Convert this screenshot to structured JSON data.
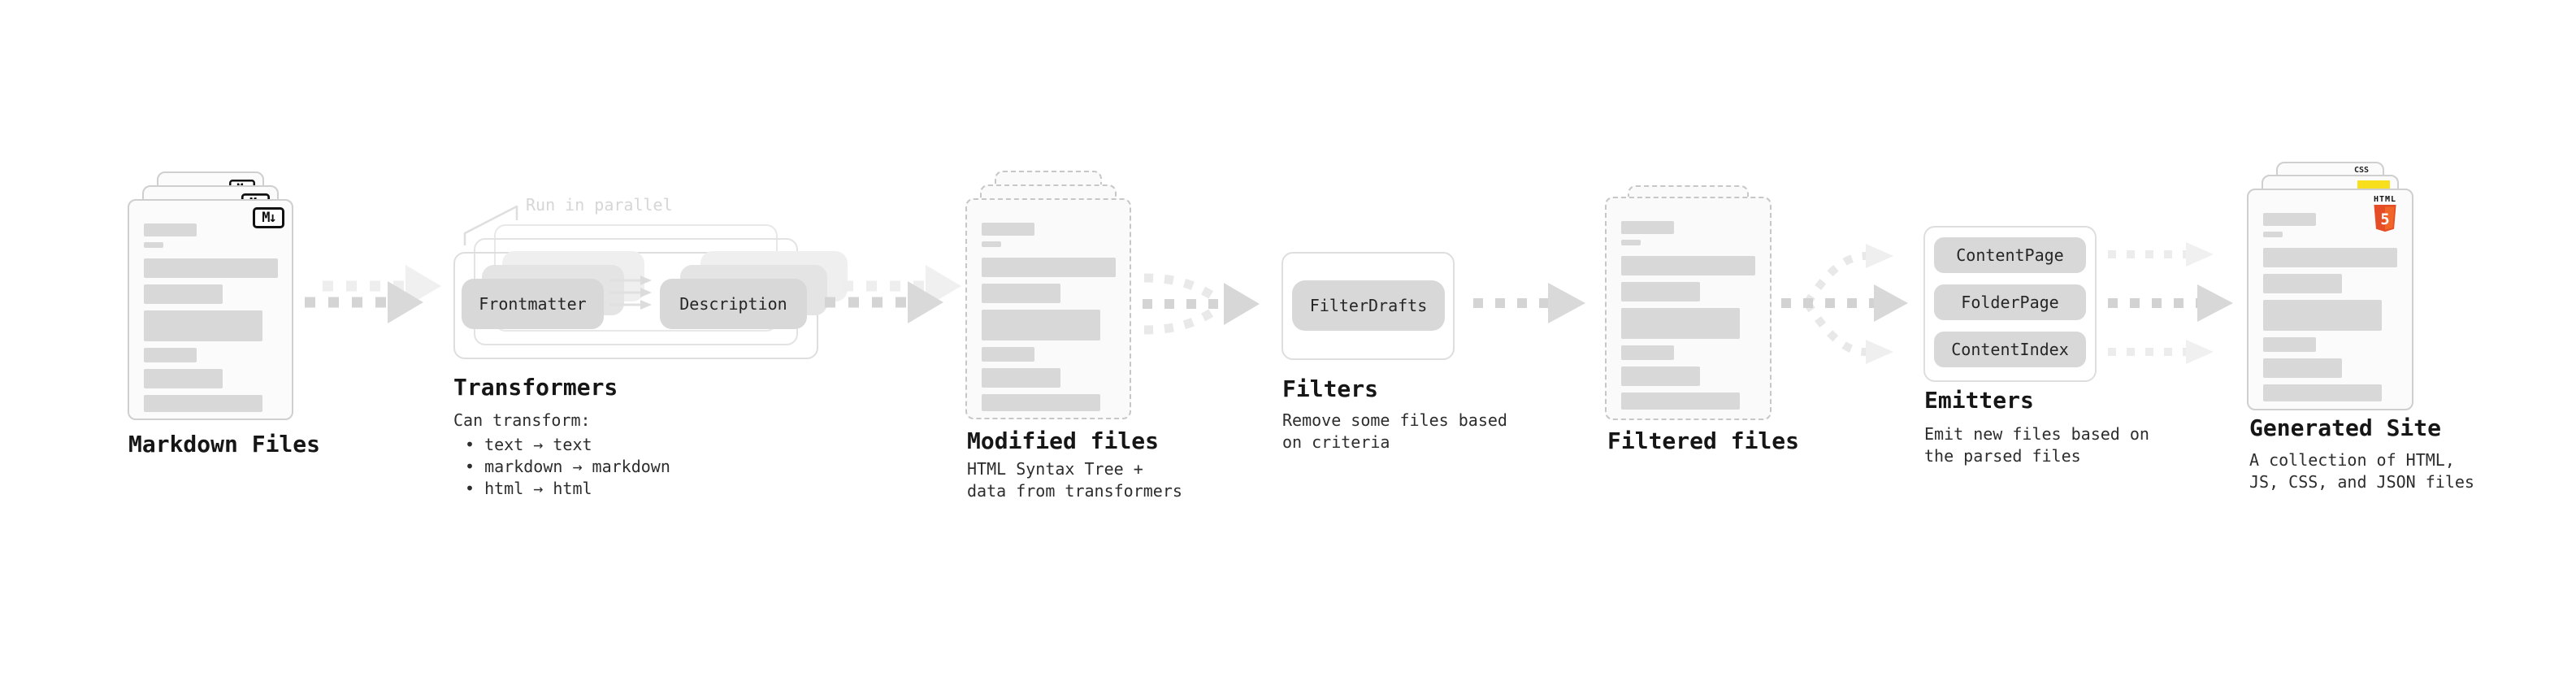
{
  "markdown": {
    "title": "Markdown Files",
    "logo": "M↓"
  },
  "transformers": {
    "callout": "Run in parallel",
    "pill_left": "Frontmatter",
    "pill_right": "Description",
    "title": "Transformers",
    "desc": "Can transform:",
    "bullets": [
      "• text → text",
      "• markdown → markdown",
      "• html → html"
    ]
  },
  "modified": {
    "title": "Modified files",
    "desc1": "HTML Syntax Tree +",
    "desc2": "data from transformers"
  },
  "filters": {
    "pill": "FilterDrafts",
    "title": "Filters",
    "desc1": "Remove some files based",
    "desc2": "on criteria"
  },
  "filtered": {
    "title": "Filtered files"
  },
  "emitters": {
    "pills": [
      "ContentPage",
      "FolderPage",
      "ContentIndex"
    ],
    "title": "Emitters",
    "desc1": "Emit new files based on",
    "desc2": "the parsed files"
  },
  "generated": {
    "title": "Generated Site",
    "desc1": "A collection of HTML,",
    "desc2": "JS, CSS, and JSON files",
    "html_badge_label": "HTML",
    "html_badge_number": "5",
    "css_badge_label": "CSS"
  },
  "colors": {
    "html5_shield": "#e44d26",
    "html5_shield_light": "#f16529",
    "js_badge_yellow": "#f7df1e",
    "css_badge_blue": "#2965f1",
    "card_border": "#cfcfcf",
    "placeholder_bar": "#d8d8d8",
    "arrow_dark": "#d6d6d6",
    "arrow_light": "#ededed",
    "callout_gray": "#d6d6d6"
  }
}
